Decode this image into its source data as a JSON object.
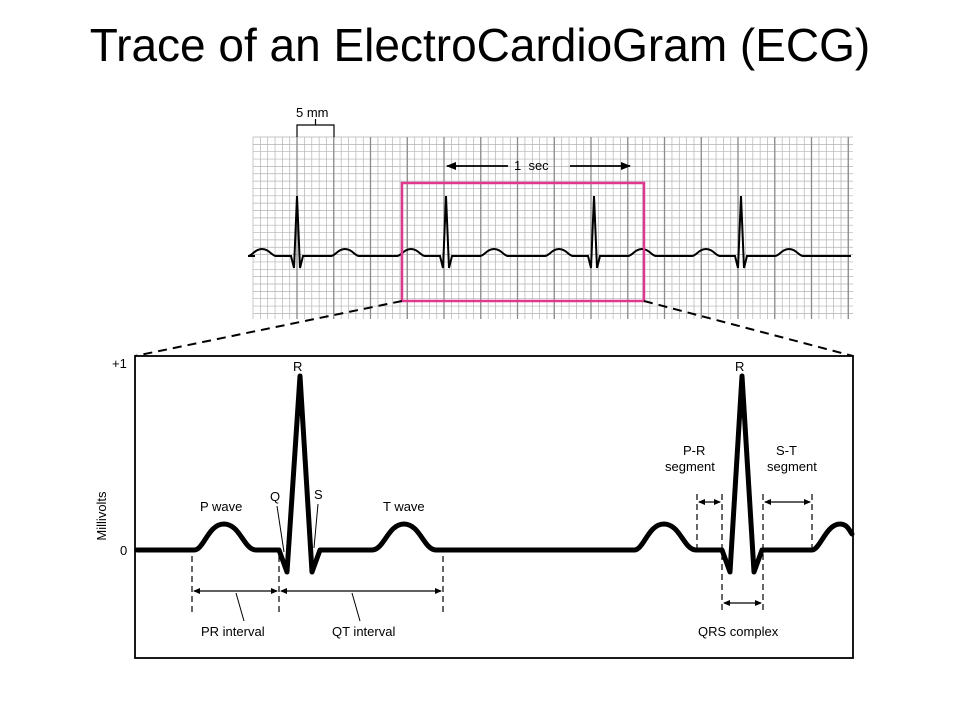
{
  "title": "Trace of an ElectroCardioGram (ECG)",
  "strip": {
    "scale_label": "5 mm",
    "time_label": "1  sec"
  },
  "detail": {
    "y_axis_label": "Millivolts",
    "y_tick_top": "+1",
    "y_tick_zero": "0",
    "labels": {
      "r1": "R",
      "r2": "R",
      "q": "Q",
      "s": "S",
      "p_wave": "P wave",
      "t_wave": "T wave",
      "pr_segment_line1": "P-R",
      "pr_segment_line2": "segment",
      "st_segment_line1": "S-T",
      "st_segment_line2": "segment",
      "pr_interval": "PR interval",
      "qt_interval": "QT interval",
      "qrs_complex": "QRS complex"
    }
  },
  "colors": {
    "grid": "#b4b4b4",
    "trace": "#000000",
    "highlight_box": "#e0388f"
  }
}
